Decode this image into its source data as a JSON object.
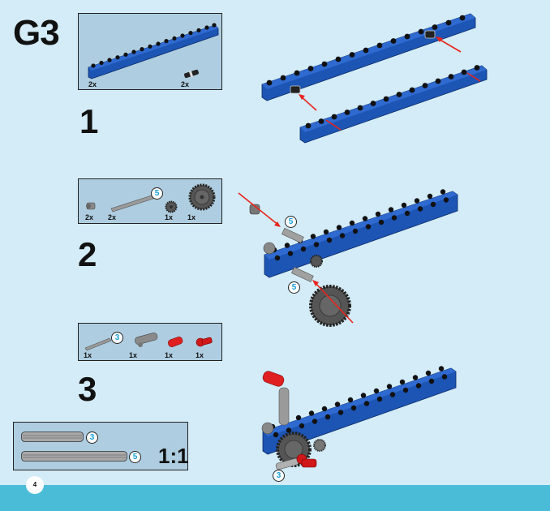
{
  "page": {
    "id": "G3",
    "number": "4",
    "background": "#d3ecf7",
    "footer_color": "#4bbcd8"
  },
  "steps": [
    {
      "number": "1",
      "parts": [
        {
          "name": "technic-beam-16",
          "qty": "2x",
          "color": "#1d55b5"
        },
        {
          "name": "friction-pin-black",
          "qty": "2x",
          "color": "#222222"
        }
      ]
    },
    {
      "number": "2",
      "parts": [
        {
          "name": "bush-gray",
          "qty": "2x",
          "color": "#8a8a8a"
        },
        {
          "name": "axle",
          "qty": "2x",
          "length": "5",
          "color": "#9a9a9a"
        },
        {
          "name": "gear-8-tooth",
          "qty": "1x",
          "color": "#555555"
        },
        {
          "name": "gear-24-tooth",
          "qty": "1x",
          "color": "#555555"
        }
      ]
    },
    {
      "number": "3",
      "parts": [
        {
          "name": "axle",
          "qty": "1x",
          "length": "3",
          "color": "#9a9a9a"
        },
        {
          "name": "crank-lever",
          "qty": "1x",
          "color": "#8a8a8a"
        },
        {
          "name": "axle-connector-red",
          "qty": "1x",
          "color": "#e02020"
        },
        {
          "name": "axle-pin-connector-red",
          "qty": "1x",
          "color": "#d01818"
        }
      ]
    }
  ],
  "assembly_callouts": {
    "step2_axle_top": "5",
    "step2_axle_bottom": "5",
    "step3_axle": "3"
  },
  "scale_reference": {
    "label": "1:1",
    "items": [
      {
        "name": "axle-3",
        "length": "3"
      },
      {
        "name": "axle-5",
        "length": "5"
      }
    ]
  },
  "colors": {
    "beam_blue": "#1d55b5",
    "arrow_red": "#e8241c",
    "parts_box_bg": "#aecde0",
    "badge_text": "#1aa0d8"
  }
}
